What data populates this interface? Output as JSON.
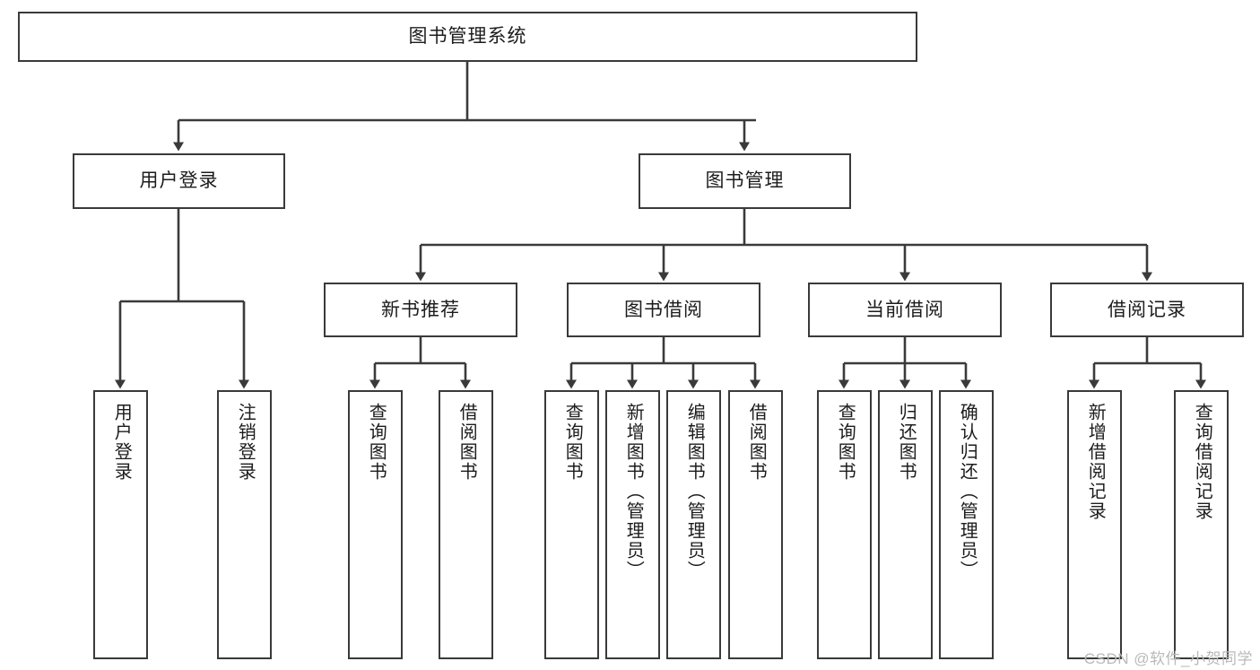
{
  "diagram": {
    "type": "tree",
    "title": "图书管理系统",
    "watermark": "CSDN @软件_小贺同学",
    "colors": {
      "border": "#3a3a3a",
      "text": "#1c1c1c",
      "background": "#ffffff",
      "watermark": "#b9b9b9"
    },
    "root": {
      "label": "图书管理系统"
    },
    "level2": [
      {
        "label": "用户登录"
      },
      {
        "label": "图书管理"
      }
    ],
    "level3": [
      {
        "label": "新书推荐"
      },
      {
        "label": "图书借阅"
      },
      {
        "label": "当前借阅"
      },
      {
        "label": "借阅记录"
      }
    ],
    "leaves": {
      "user_login": [
        {
          "label": "用户登录"
        },
        {
          "label": "注销登录"
        }
      ],
      "new_book_recommend": [
        {
          "label": "查询图书"
        },
        {
          "label": "借阅图书"
        }
      ],
      "book_borrow": [
        {
          "label": "查询图书"
        },
        {
          "label": "新增图书（管理员）"
        },
        {
          "label": "编辑图书（管理员）"
        },
        {
          "label": "借阅图书"
        }
      ],
      "current_borrow": [
        {
          "label": "查询图书"
        },
        {
          "label": "归还图书"
        },
        {
          "label": "确认归还（管理员）"
        }
      ],
      "borrow_record": [
        {
          "label": "新增借阅记录"
        },
        {
          "label": "查询借阅记录"
        }
      ]
    }
  }
}
